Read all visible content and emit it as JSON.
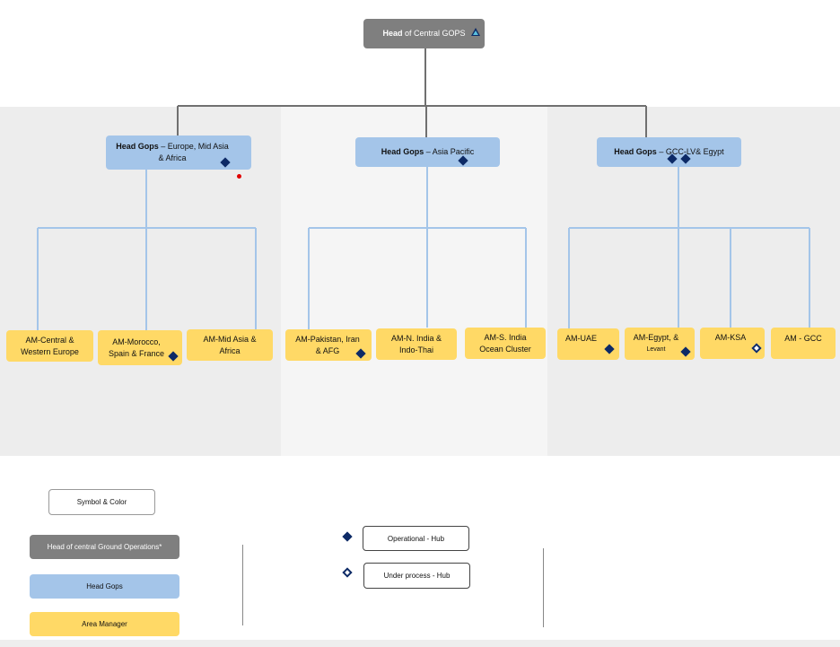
{
  "top": {
    "bold": "Head",
    "rest": " of Central GOPS"
  },
  "heads": [
    {
      "bold": "Head Gops",
      "rest": " – Europe, Mid Asia & Africa"
    },
    {
      "bold": "Head Gops",
      "rest": " – Asia Pacific"
    },
    {
      "bold": "Head Gops",
      "rest": " – GCC-LV& Egypt"
    }
  ],
  "managers": [
    "AM-Central & Western Europe",
    "AM-Morocco, Spain & France",
    "AM-Mid Asia & Africa",
    "AM-Pakistan, Iran & AFG",
    "AM-N. India & Indo-Thai",
    "AM-S. India Ocean Cluster",
    "AM-UAE",
    "AM-Egypt, &",
    "Levant",
    "AM-KSA",
    "AM - GCC"
  ],
  "legend": {
    "title": "Symbol & Color",
    "gray": "Head of central Ground Operations*",
    "blue": "Head Gops",
    "yellow": "Area Manager",
    "operational": "Operational - Hub",
    "under_process": "Under process - Hub"
  },
  "colors": {
    "head_central": "#7f7f7f",
    "head_gops": "#a4c5e9",
    "area_manager": "#ffd966",
    "hub_symbol": "#0d2a66",
    "connector_blue": "#a4c5e9",
    "connector_gray": "#707070"
  },
  "icons": [
    "triangle-icon",
    "filled-diamond-icon",
    "hollow-diamond-icon",
    "red-dot-icon"
  ]
}
